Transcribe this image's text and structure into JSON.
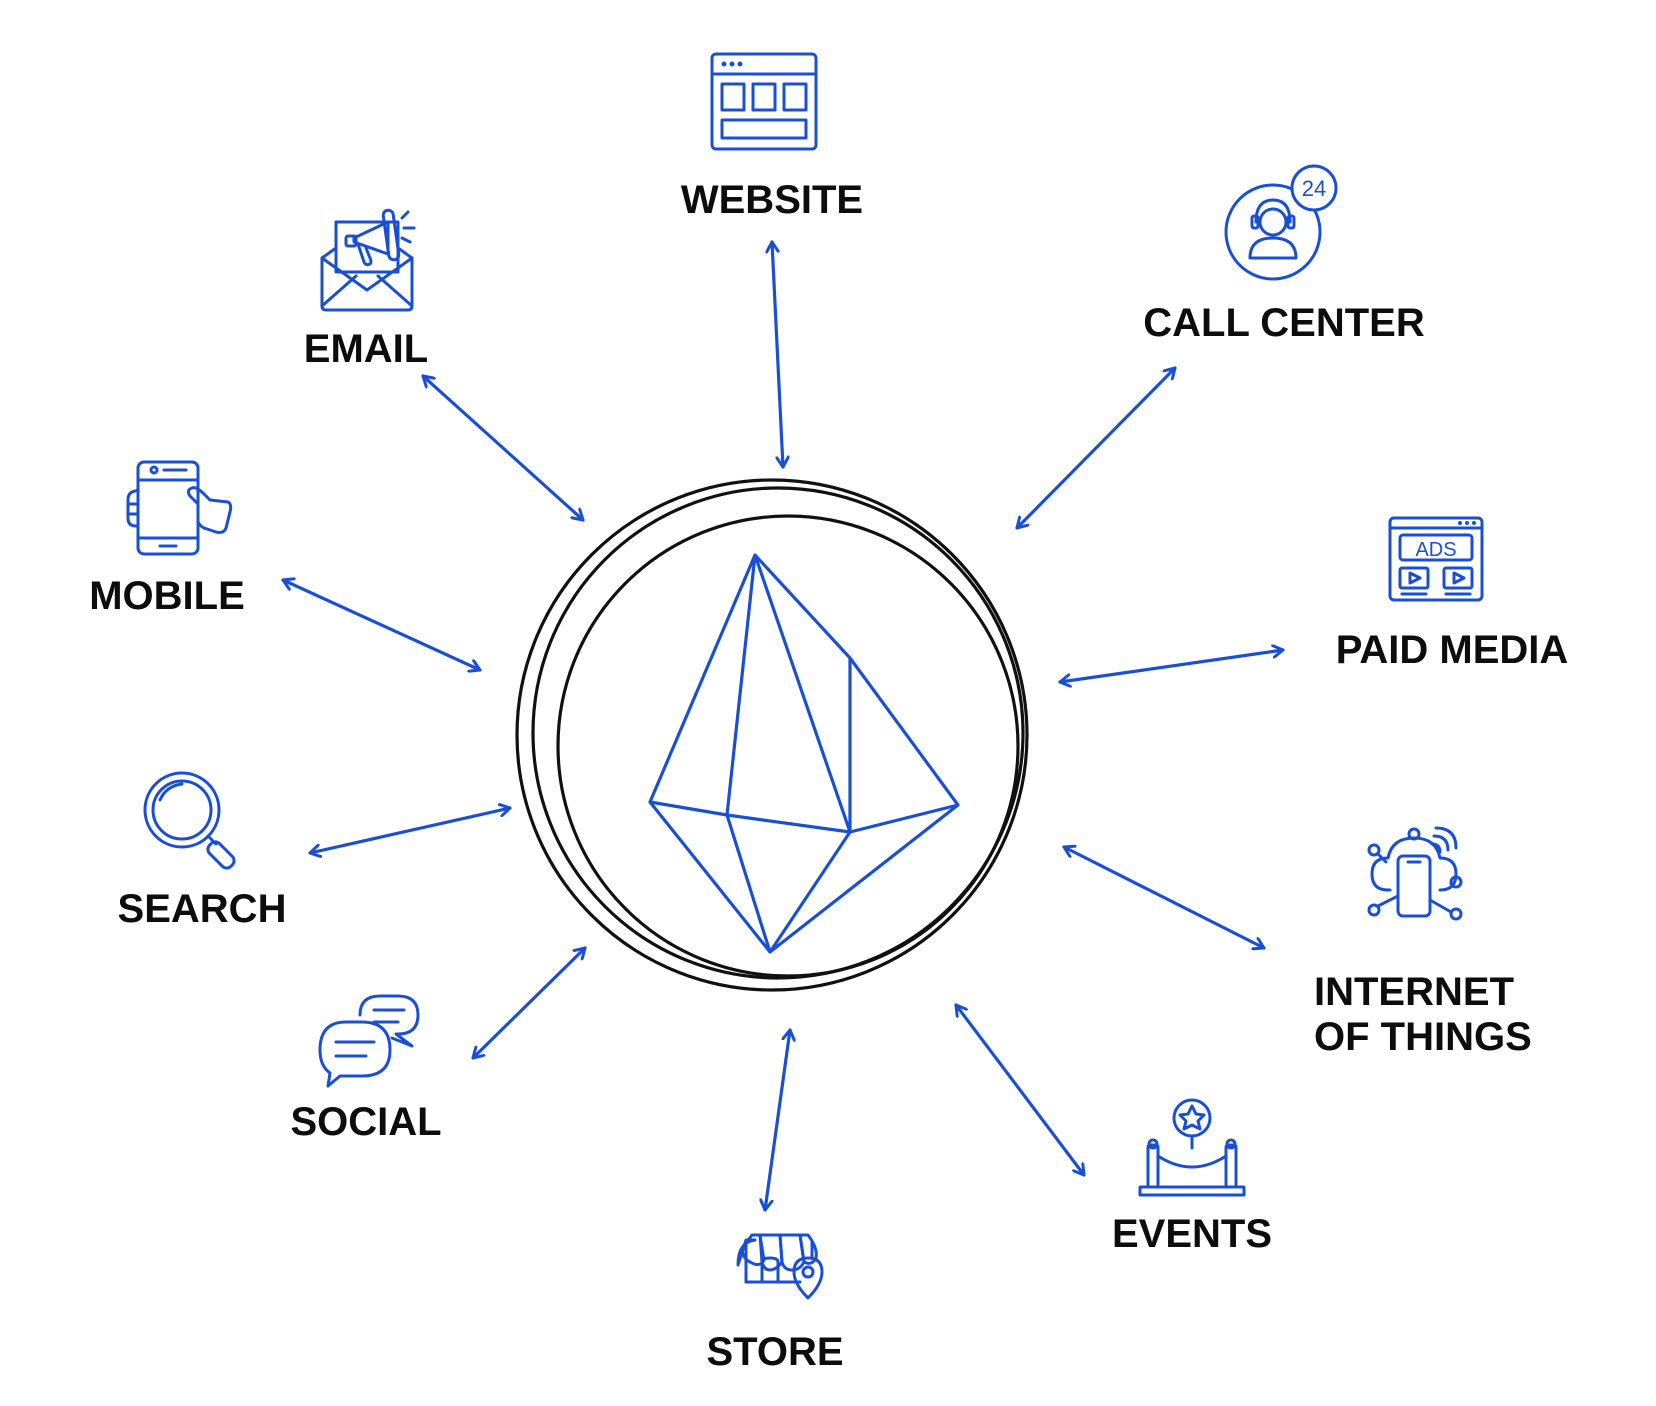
{
  "diagram": {
    "accent_color": "#1a4fd4",
    "text_color": "#0d0d0d",
    "ring_color": "#111111",
    "center": {
      "icon": "diamond-gem-icon",
      "rings": 3
    },
    "channels": [
      {
        "id": "website",
        "label": "WEBSITE",
        "icon": "browser-window-icon"
      },
      {
        "id": "call-center",
        "label": "CALL CENTER",
        "icon": "headset-24-icon",
        "badge": "24"
      },
      {
        "id": "paid-media",
        "label": "PAID MEDIA",
        "icon": "ads-window-icon",
        "badge": "ADS"
      },
      {
        "id": "iot",
        "label_lines": [
          "INTERNET",
          "OF THINGS"
        ],
        "icon": "cloud-phone-network-icon"
      },
      {
        "id": "events",
        "label": "EVENTS",
        "icon": "star-podium-icon"
      },
      {
        "id": "store",
        "label": "STORE",
        "icon": "storefront-pin-icon"
      },
      {
        "id": "social",
        "label": "SOCIAL",
        "icon": "chat-bubbles-icon"
      },
      {
        "id": "search",
        "label": "SEARCH",
        "icon": "magnifier-icon"
      },
      {
        "id": "mobile",
        "label": "MOBILE",
        "icon": "hand-phone-icon"
      },
      {
        "id": "email",
        "label": "EMAIL",
        "icon": "envelope-megaphone-icon"
      }
    ],
    "connector": "double-headed-arrow"
  }
}
